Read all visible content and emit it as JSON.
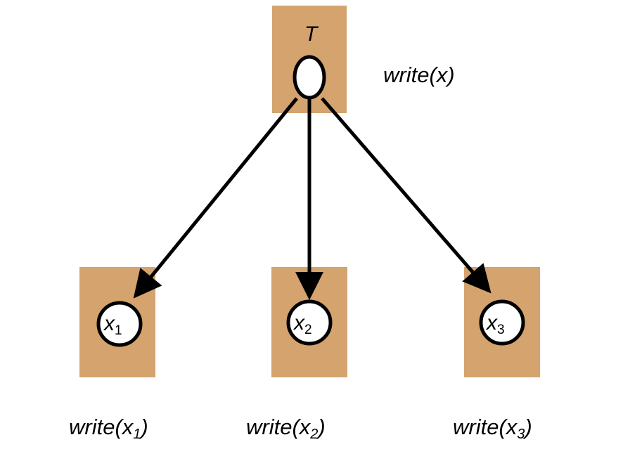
{
  "colors": {
    "site_fill": "#d4a36e",
    "node_fill": "#ffffff",
    "stroke": "#000000"
  },
  "root": {
    "label": "T",
    "operation": "write(x)"
  },
  "replicas": [
    {
      "var": "x",
      "index": "1",
      "op_prefix": "write(",
      "op_var": "x",
      "op_index": "1",
      "op_suffix": ")"
    },
    {
      "var": "x",
      "index": "2",
      "op_prefix": "write(",
      "op_var": "x",
      "op_index": "2",
      "op_suffix": ")"
    },
    {
      "var": "x",
      "index": "3",
      "op_prefix": "write(",
      "op_var": "x",
      "op_index": "3",
      "op_suffix": ")"
    }
  ]
}
